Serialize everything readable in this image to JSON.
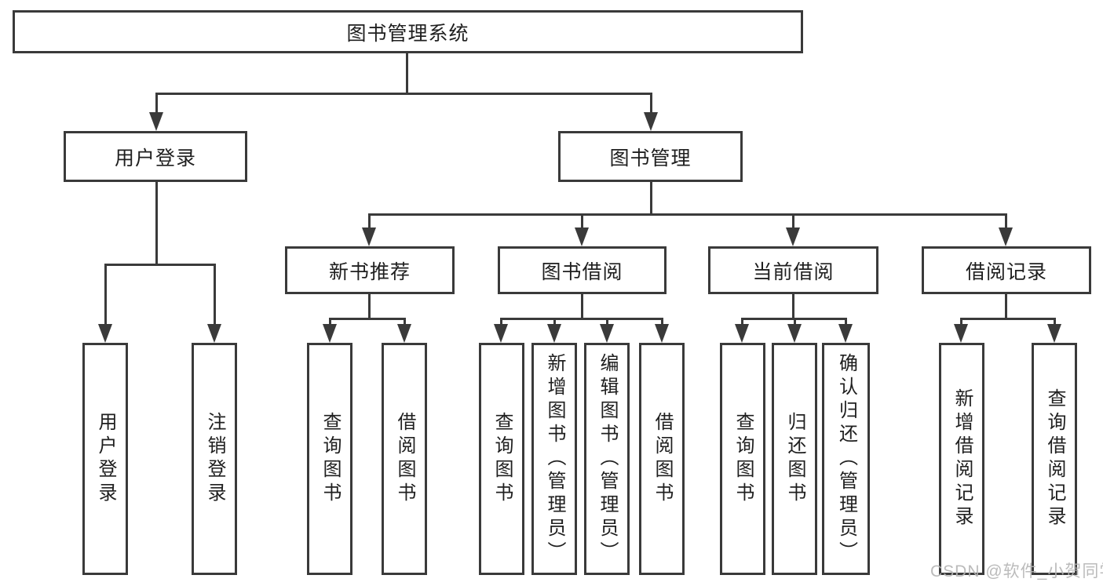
{
  "colors": {
    "line": "#3a3a3a",
    "text": "#1f1f1f",
    "watermark": "#b4b4b4",
    "bg": "#ffffff"
  },
  "watermark": "CSDN @软件_小贺同学",
  "tree": {
    "root": {
      "label": "图书管理系统",
      "children": [
        {
          "label": "用户登录",
          "children": [
            {
              "label": "用户登录"
            },
            {
              "label": "注销登录"
            }
          ]
        },
        {
          "label": "图书管理",
          "children": [
            {
              "label": "新书推荐",
              "children": [
                {
                  "label": "查询图书"
                },
                {
                  "label": "借阅图书"
                }
              ]
            },
            {
              "label": "图书借阅",
              "children": [
                {
                  "label": "查询图书"
                },
                {
                  "label": "新增图书（管理员）"
                },
                {
                  "label": "编辑图书（管理员）"
                },
                {
                  "label": "借阅图书"
                }
              ]
            },
            {
              "label": "当前借阅",
              "children": [
                {
                  "label": "查询图书"
                },
                {
                  "label": "归还图书"
                },
                {
                  "label": "确认归还（管理员）"
                }
              ]
            },
            {
              "label": "借阅记录",
              "children": [
                {
                  "label": "新增借阅记录"
                },
                {
                  "label": "查询借阅记录"
                }
              ]
            }
          ]
        }
      ]
    }
  }
}
